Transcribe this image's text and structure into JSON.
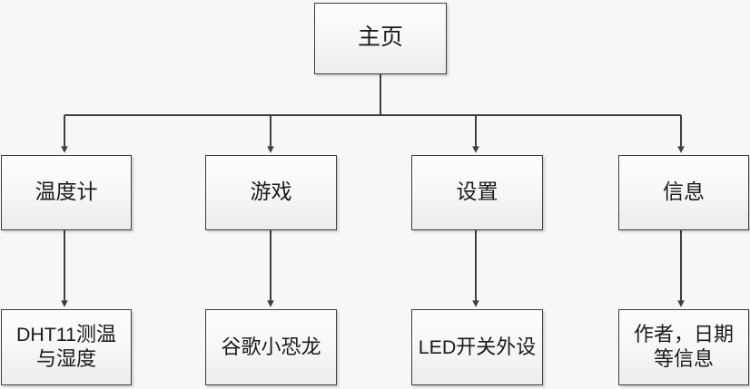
{
  "diagram": {
    "type": "tree-flowchart",
    "title": "主页",
    "background_color": "#f7f7f7",
    "node_fill_color": "#f4f4f4",
    "node_border_color": "#3f3f3f",
    "connector_color": "#3f3f3f",
    "root": {
      "id": "home",
      "label": "主页"
    },
    "branches": [
      {
        "id": "thermometer",
        "label": "温度计",
        "child": {
          "id": "dht11",
          "label": "DHT11测温与湿度"
        }
      },
      {
        "id": "games",
        "label": "游戏",
        "child": {
          "id": "dino",
          "label": "谷歌小恐龙"
        }
      },
      {
        "id": "settings",
        "label": "设置",
        "child": {
          "id": "led",
          "label": "LED开关外设"
        }
      },
      {
        "id": "info",
        "label": "信息",
        "child": {
          "id": "about",
          "label": "作者，日期等信息"
        }
      }
    ]
  }
}
